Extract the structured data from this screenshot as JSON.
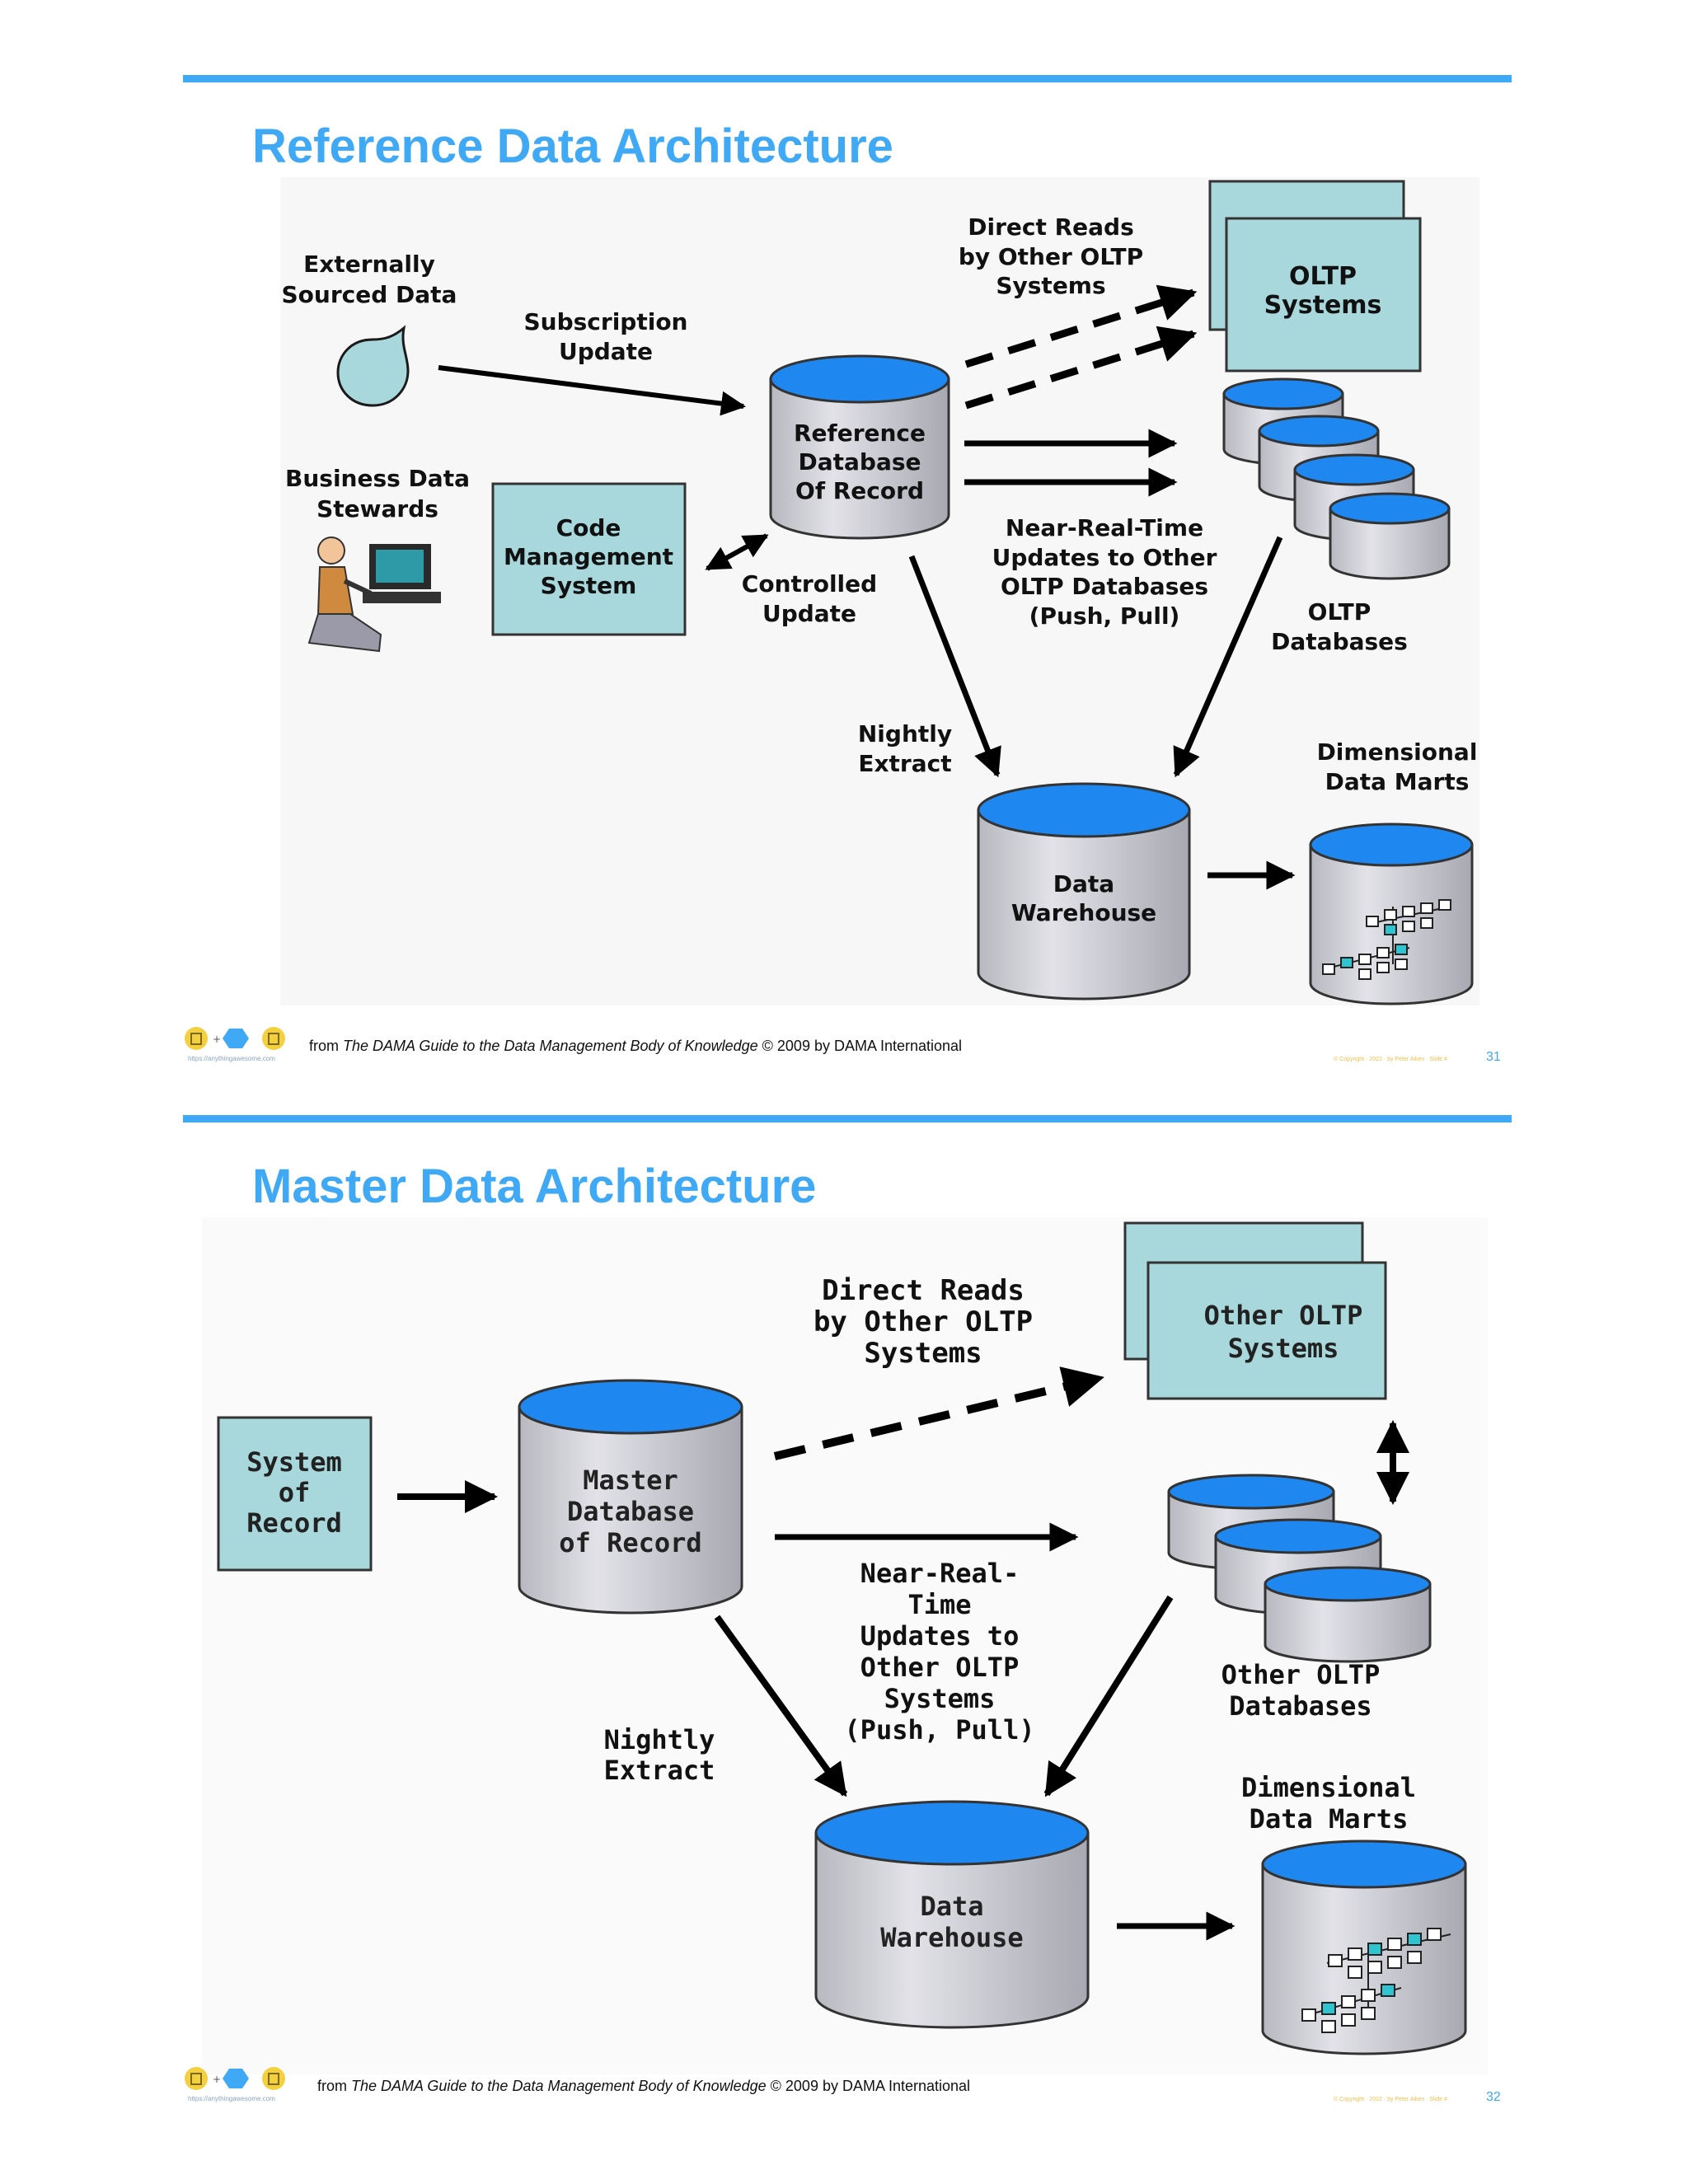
{
  "slides": [
    {
      "title": "Reference Data Architecture",
      "labels": {
        "external_l1": "Externally",
        "external_l2": "Sourced Data",
        "subscription_l1": "Subscription",
        "subscription_l2": "Update",
        "stewards_l1": "Business Data",
        "stewards_l2": "Stewards",
        "code_l1": "Code",
        "code_l2": "Management",
        "code_l3": "System",
        "ref_l1": "Reference",
        "ref_l2": "Database",
        "ref_l3": "Of Record",
        "controlled_l1": "Controlled",
        "controlled_l2": "Update",
        "direct_l1": "Direct Reads",
        "direct_l2": "by Other OLTP",
        "direct_l3": "Systems",
        "oltp_sys_l1": "OLTP",
        "oltp_sys_l2": "Systems",
        "nrt_l1": "Near-Real-Time",
        "nrt_l2": "Updates to Other",
        "nrt_l3": "OLTP Databases",
        "nrt_l4": "(Push, Pull)",
        "oltp_db_l1": "OLTP",
        "oltp_db_l2": "Databases",
        "nightly_l1": "Nightly",
        "nightly_l2": "Extract",
        "dw_l1": "Data",
        "dw_l2": "Warehouse",
        "marts_l1": "Dimensional",
        "marts_l2": "Data Marts"
      },
      "footer": {
        "prefix": "from ",
        "book": "The DAMA Guide to the Data Management Body of Knowledge",
        "suffix": " © 2009 by DAMA International",
        "page": "31",
        "logo_url": "https://anythingawesome.com"
      }
    },
    {
      "title": "Master Data Architecture",
      "labels": {
        "direct_l1": "Direct Reads",
        "direct_l2": "by Other OLTP",
        "direct_l3": "Systems",
        "other_sys_l1": "Other OLTP",
        "other_sys_l2": "Systems",
        "sor_l1": "System",
        "sor_l2": "of",
        "sor_l3": "Record",
        "master_l1": "Master",
        "master_l2": "Database",
        "master_l3": "of Record",
        "nrt_l1": "Near-Real-",
        "nrt_l2": "Time",
        "nrt_l3": "Updates to",
        "nrt_l4": "Other OLTP",
        "nrt_l5": "Systems",
        "nrt_l6": "(Push, Pull)",
        "other_db_l1": "Other OLTP",
        "other_db_l2": "Databases",
        "nightly_l1": "Nightly",
        "nightly_l2": "Extract",
        "dw_l1": "Data",
        "dw_l2": "Warehouse",
        "marts_l1": "Dimensional",
        "marts_l2": "Data Marts"
      },
      "footer": {
        "prefix": "from ",
        "book": "The DAMA Guide to the Data Management Body of Knowledge",
        "suffix": " © 2009 by DAMA International",
        "page": "32",
        "logo_url": "https://anythingawesome.com"
      }
    }
  ],
  "colors": {
    "accent": "#3fa9f5",
    "box_fill": "#a8d8dc",
    "cyl_top": "#1e88f0",
    "cyl_body": "#d0d0d6"
  }
}
